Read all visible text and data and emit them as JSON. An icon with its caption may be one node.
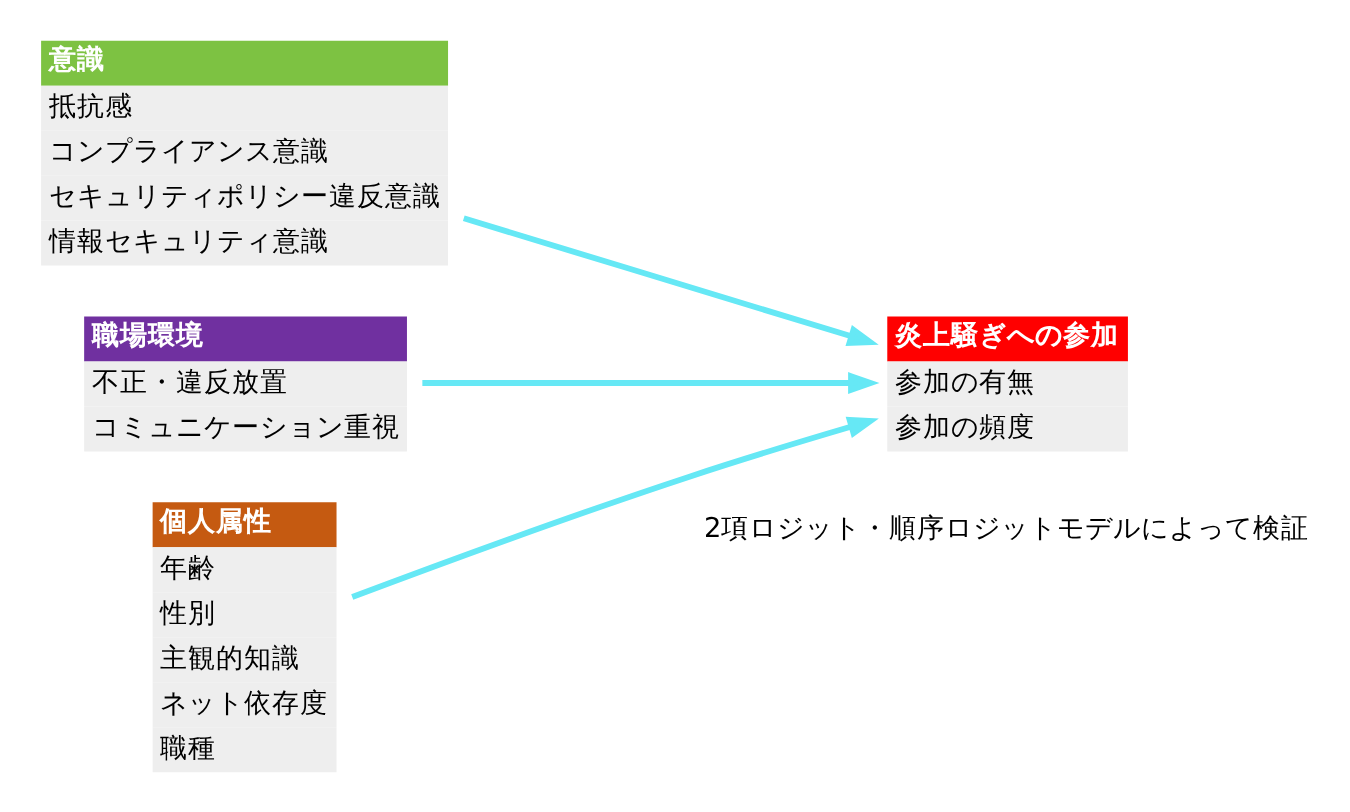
{
  "diagram": {
    "nodes": [
      {
        "text": [
          "意識",
          "抵抗感",
          "コンプライアンス意識",
          "セキュリティポリシー違反意識",
          "情報セキュリティ意識"
        ]
      },
      {
        "text": [
          "職場環境",
          "不正・違反放置",
          "コミュニケーション重視"
        ]
      },
      {
        "text": [
          "個人属性",
          "年齢",
          "性別",
          "主観的知識",
          "ネット依存度",
          "職種"
        ]
      },
      {
        "text": [
          "炎上騒ぎへの参加",
          "参加の有無",
          "参加の頻度"
        ]
      }
    ],
    "edges": [
      {
        "from": 0,
        "to": 3,
        "arrow": "to"
      },
      {
        "from": 1,
        "to": 3,
        "arrow": "to"
      },
      {
        "from": 2,
        "to": 3,
        "arrow": "to"
      }
    ],
    "labels": [
      "2項ロジット・順序ロジットモデルによって検証"
    ]
  }
}
